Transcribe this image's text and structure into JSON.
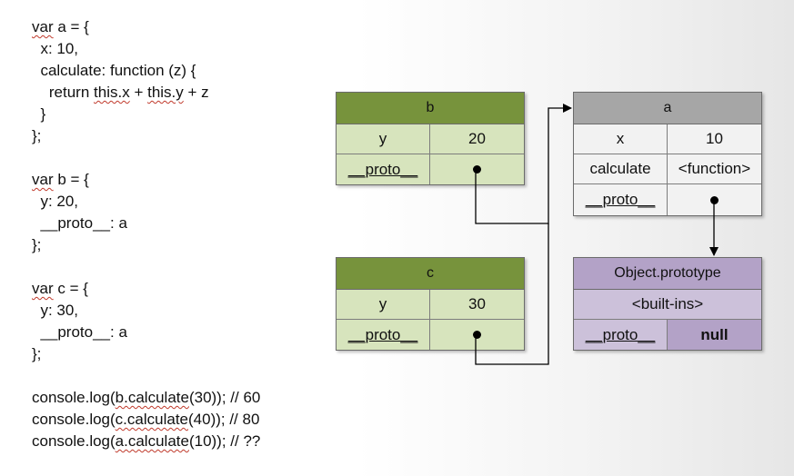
{
  "code": {
    "lines": [
      [
        {
          "t": "var",
          "s": true
        },
        {
          "t": " a = {"
        }
      ],
      [
        {
          "t": "  x: 10,"
        }
      ],
      [
        {
          "t": "  calculate: function (z) {"
        }
      ],
      [
        {
          "t": "    return "
        },
        {
          "t": "this.x",
          "s": true
        },
        {
          "t": " + "
        },
        {
          "t": "this.y",
          "s": true
        },
        {
          "t": " + z"
        }
      ],
      [
        {
          "t": "  }"
        }
      ],
      [
        {
          "t": "};"
        }
      ],
      [
        {
          "t": ""
        }
      ],
      [
        {
          "t": "var",
          "s": true
        },
        {
          "t": " b = {"
        }
      ],
      [
        {
          "t": "  y: 20,"
        }
      ],
      [
        {
          "t": "  __proto__: a"
        }
      ],
      [
        {
          "t": "};"
        }
      ],
      [
        {
          "t": ""
        }
      ],
      [
        {
          "t": "var",
          "s": true
        },
        {
          "t": " c = {"
        }
      ],
      [
        {
          "t": "  y: 30,"
        }
      ],
      [
        {
          "t": "  __proto__: a"
        }
      ],
      [
        {
          "t": "};"
        }
      ],
      [
        {
          "t": ""
        }
      ],
      [
        {
          "t": "console.log("
        },
        {
          "t": "b.calculate",
          "s": true
        },
        {
          "t": "(30)); // 60"
        }
      ],
      [
        {
          "t": "console.log("
        },
        {
          "t": "c.calculate",
          "s": true
        },
        {
          "t": "(40)); // 80"
        }
      ],
      [
        {
          "t": "console.log("
        },
        {
          "t": "a.calculate",
          "s": true
        },
        {
          "t": "(10)); // ??"
        }
      ]
    ]
  },
  "objects": {
    "b": {
      "title": "b",
      "rows": [
        [
          "y",
          "20"
        ],
        [
          "__proto__",
          "•"
        ]
      ]
    },
    "c": {
      "title": "c",
      "rows": [
        [
          "y",
          "30"
        ],
        [
          "__proto__",
          "•"
        ]
      ]
    },
    "a": {
      "title": "a",
      "rows": [
        [
          "x",
          "10"
        ],
        [
          "calculate",
          "<function>"
        ],
        [
          "__proto__",
          "•"
        ]
      ]
    },
    "op": {
      "title": "Object.prototype",
      "builtins": "<built-ins>",
      "proto_label": "__proto__",
      "proto_value": "null"
    }
  },
  "colors": {
    "green_header": "#77933c",
    "green_cell": "#d7e4bd",
    "gray_header": "#a6a6a6",
    "gray_cell": "#f2f2f2",
    "purple_header": "#b3a2c7",
    "purple_cell": "#ccc1da",
    "wire": "#000000"
  }
}
